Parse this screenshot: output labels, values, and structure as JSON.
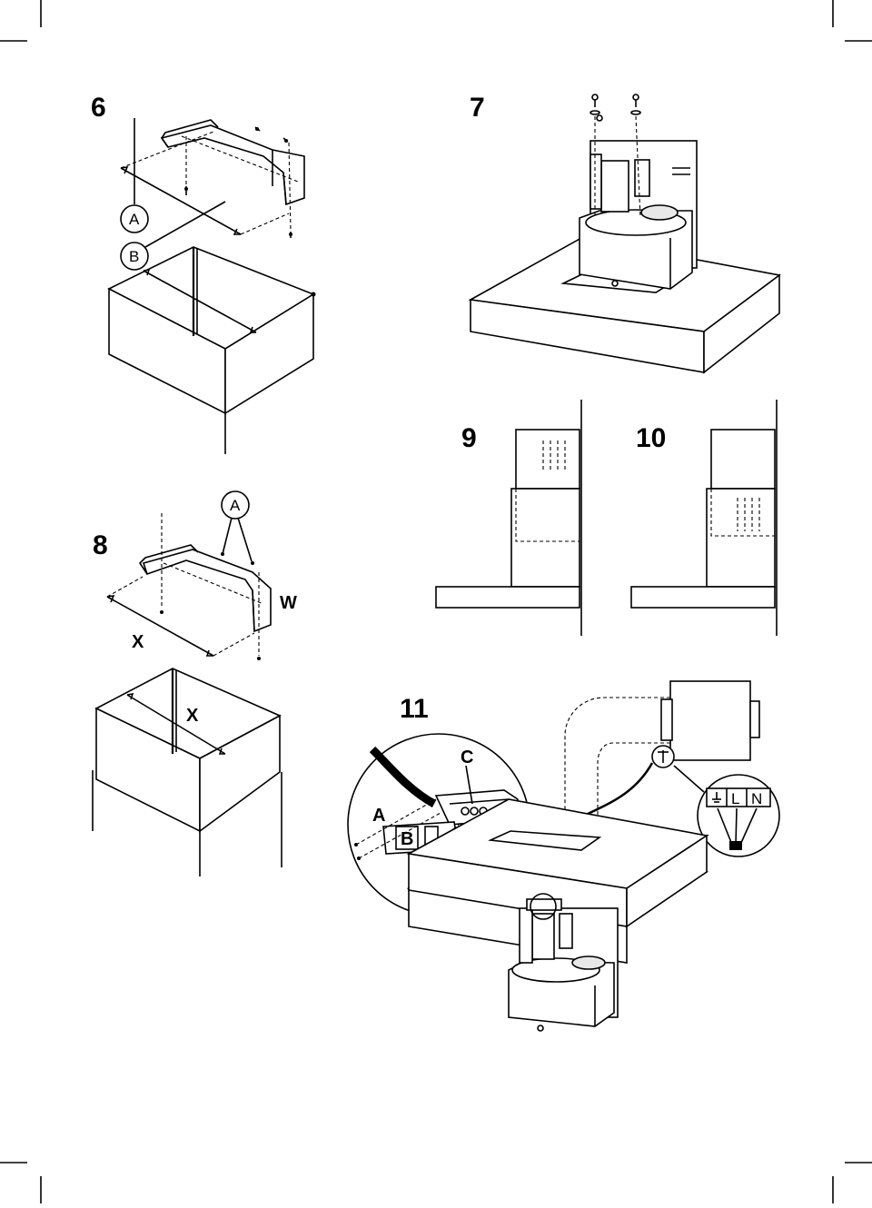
{
  "steps": {
    "s6": {
      "number": "6",
      "label_a": "A",
      "label_b": "B"
    },
    "s7": {
      "number": "7"
    },
    "s8": {
      "number": "8",
      "label_a": "A",
      "label_w": "W",
      "label_x": "X"
    },
    "s8b": {
      "label_x": "X"
    },
    "s9": {
      "number": "9"
    },
    "s10": {
      "number": "10"
    },
    "s11": {
      "number": "11",
      "label_c": "C",
      "label_a": "A",
      "label_b": "B",
      "terminal_l": "L",
      "terminal_n": "N"
    }
  }
}
